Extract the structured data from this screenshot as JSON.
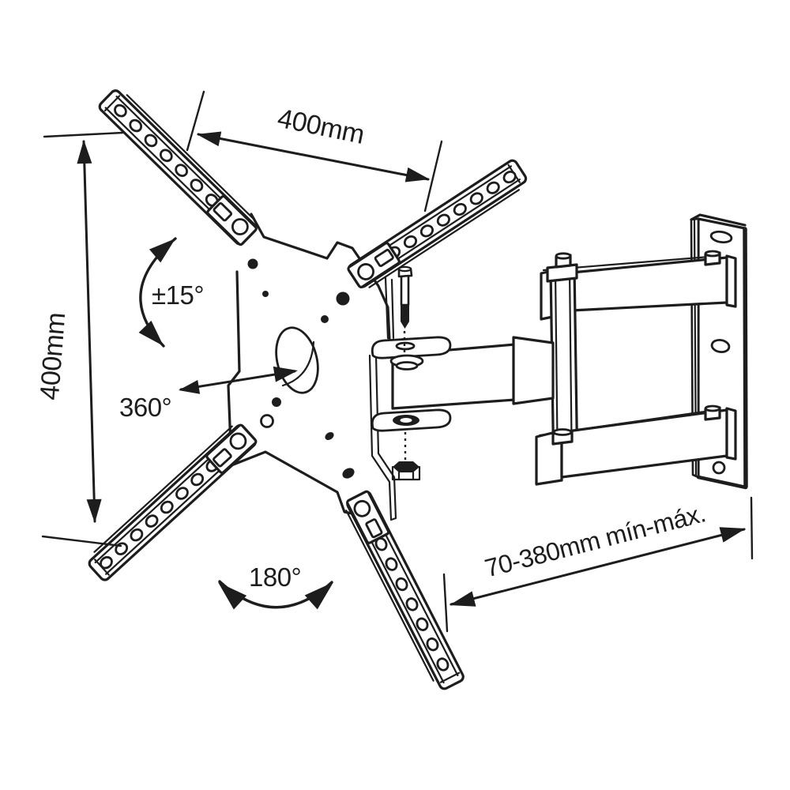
{
  "diagram": {
    "type": "technical-line-drawing",
    "subject": "Articulating TV wall-mount bracket with VESA plate, tilt arm and wall plate",
    "background_color": "#ffffff",
    "line_color": "#1d1d1d",
    "annotations": {
      "vesa_width": "400mm",
      "vesa_height": "400mm",
      "tilt_range": "±15°",
      "rotation_range": "360°",
      "swivel_range": "180°",
      "extension_range": "70-380mm mín-máx."
    }
  }
}
